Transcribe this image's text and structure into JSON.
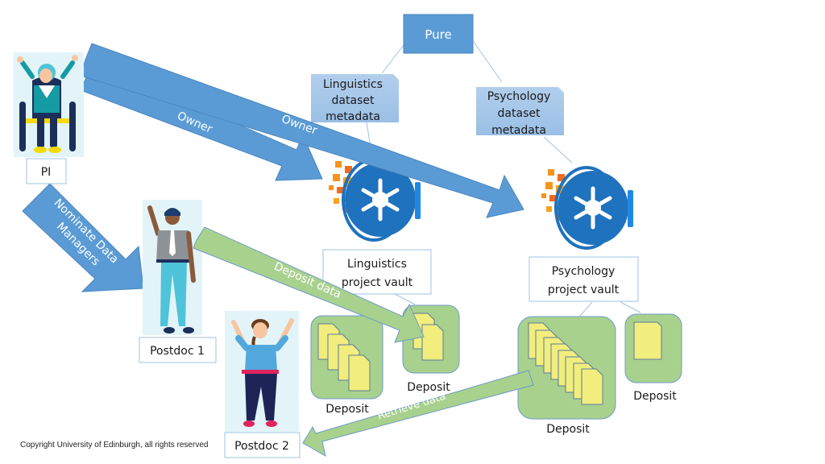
{
  "diagram": {
    "title": "Data vault ownership and deposit flow",
    "pure": {
      "label": "Pure"
    },
    "metadata": [
      {
        "id": "linguistics-metadata",
        "lines": [
          "Linguistics",
          "dataset",
          "metadata"
        ]
      },
      {
        "id": "psychology-metadata",
        "lines": [
          "Psychology",
          "dataset",
          "metadata"
        ]
      }
    ],
    "people": [
      {
        "id": "pi",
        "label": "PI"
      },
      {
        "id": "postdoc1",
        "label": "Postdoc 1"
      },
      {
        "id": "postdoc2",
        "label": "Postdoc 2"
      }
    ],
    "vaults": [
      {
        "id": "linguistics-vault",
        "lines": [
          "Linguistics",
          "project vault"
        ]
      },
      {
        "id": "psychology-vault",
        "lines": [
          "Psychology",
          "project vault"
        ]
      }
    ],
    "deposits": [
      {
        "id": "ling-deposit-1",
        "label": "Deposit",
        "files": 4
      },
      {
        "id": "ling-deposit-2",
        "label": "Deposit",
        "files": 2
      },
      {
        "id": "psy-deposit-1",
        "label": "Deposit",
        "files": 8
      },
      {
        "id": "psy-deposit-2",
        "label": "Deposit",
        "files": 1
      }
    ],
    "arrows": {
      "owner1": "Owner",
      "owner2": "Owner",
      "nominate": [
        "Nominate Data",
        "Managers"
      ],
      "deposit": "Deposit data",
      "retrieve": "Retrieve data"
    },
    "copyright": "Copyright University of Edinburgh, all rights reserved",
    "colors": {
      "blue_arrow": "#5b9bd5",
      "green_arrow": "#a9d18e",
      "vault_blue": "#1f72bd",
      "file_yellow": "#f2ee7e",
      "deposit_green": "#a9d18e",
      "metadata_blue": "#9dc3e6",
      "figure_bg": "#e2f4f8"
    }
  }
}
